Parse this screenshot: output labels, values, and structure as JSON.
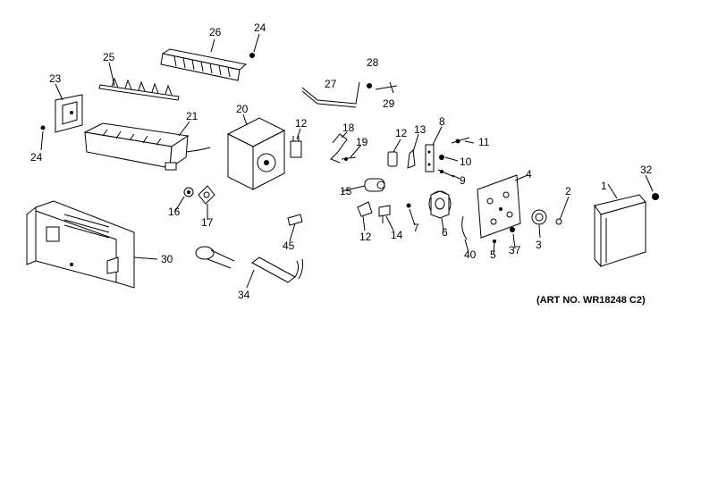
{
  "art_number": "(ART NO. WR18248 C2)",
  "labels": {
    "p1": "1",
    "p2": "2",
    "p3": "3",
    "p4": "4",
    "p5": "5",
    "p6": "6",
    "p7": "7",
    "p8": "8",
    "p9": "9",
    "p10": "10",
    "p11": "11",
    "p12a": "12",
    "p12b": "12",
    "p12c": "12",
    "p13": "13",
    "p14": "14",
    "p15": "15",
    "p16": "16",
    "p17": "17",
    "p18": "18",
    "p19": "19",
    "p20": "20",
    "p21": "21",
    "p23": "23",
    "p24a": "24",
    "p24b": "24",
    "p25": "25",
    "p26": "26",
    "p27": "27",
    "p28": "28",
    "p29": "29",
    "p30": "30",
    "p32": "32",
    "p34": "34",
    "p37": "37",
    "p40": "40",
    "p45": "45"
  }
}
